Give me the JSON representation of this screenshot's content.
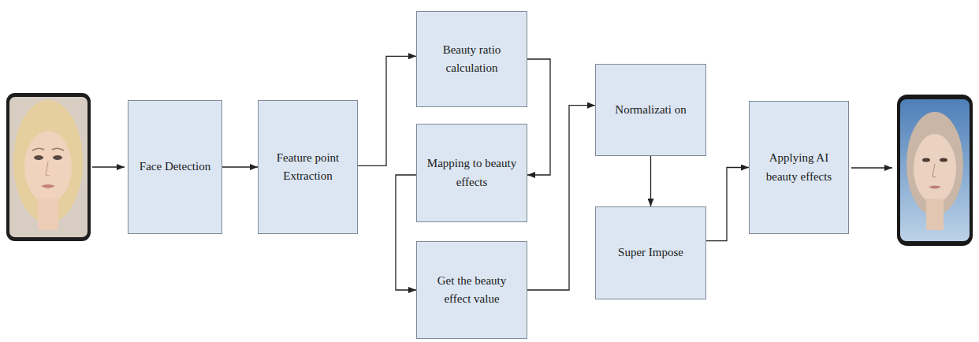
{
  "diagram": {
    "nodes": [
      {
        "text": [
          "Face Detection"
        ]
      },
      {
        "text": [
          "Feature point Extraction"
        ]
      },
      {
        "text": [
          "Beauty ratio calculation"
        ]
      },
      {
        "text": [
          "Mapping to beauty effects"
        ]
      },
      {
        "text": [
          "Get the beauty effect value"
        ]
      },
      {
        "text": [
          "Normalizati on"
        ]
      },
      {
        "text": [
          "Super Impose"
        ]
      },
      {
        "text": [
          "Applying AI beauty effects"
        ]
      }
    ],
    "edges": [
      {
        "from": 0,
        "to": 1,
        "arrow": "to"
      },
      {
        "from": 1,
        "to": 2,
        "arrow": "to"
      },
      {
        "from": 2,
        "to": 3,
        "arrow": "to"
      },
      {
        "from": 3,
        "to": 4,
        "arrow": "to"
      },
      {
        "from": 4,
        "to": 5,
        "arrow": "to"
      },
      {
        "from": 5,
        "to": 6,
        "arrow": "to"
      },
      {
        "from": 6,
        "to": 7,
        "arrow": "to"
      }
    ]
  }
}
